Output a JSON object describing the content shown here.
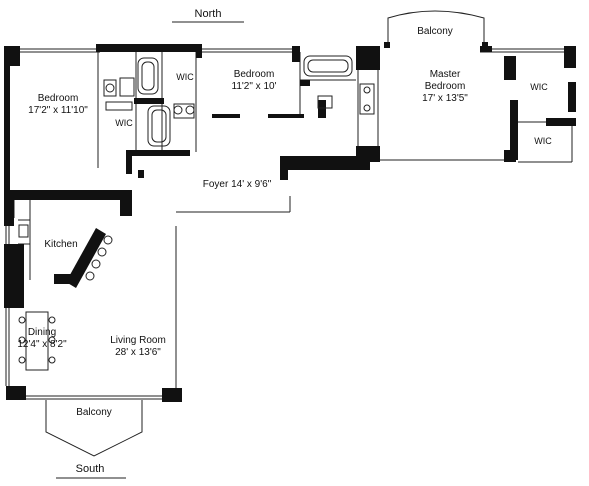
{
  "compass": {
    "north": "North",
    "south": "South"
  },
  "rooms": {
    "bedroom_west": {
      "name": "Bedroom",
      "size": "17'2\" x 11'10\""
    },
    "bedroom_middle": {
      "name": "Bedroom",
      "size": "11'2\" x 10'"
    },
    "master": {
      "line1": "Master",
      "line2": "Bedroom",
      "size": "17' x 13'5\""
    },
    "wic": "WIC",
    "foyer": "Foyer 14' x 9'6\"",
    "kitchen": "Kitchen",
    "dining": {
      "name": "Dining",
      "size": "12'4\" x 8'2\""
    },
    "living": {
      "name": "Living Room",
      "size": "28' x 13'6\""
    },
    "balcony": "Balcony"
  },
  "colors": {
    "wall": "#111111",
    "line": "#222222",
    "background": "#ffffff"
  }
}
